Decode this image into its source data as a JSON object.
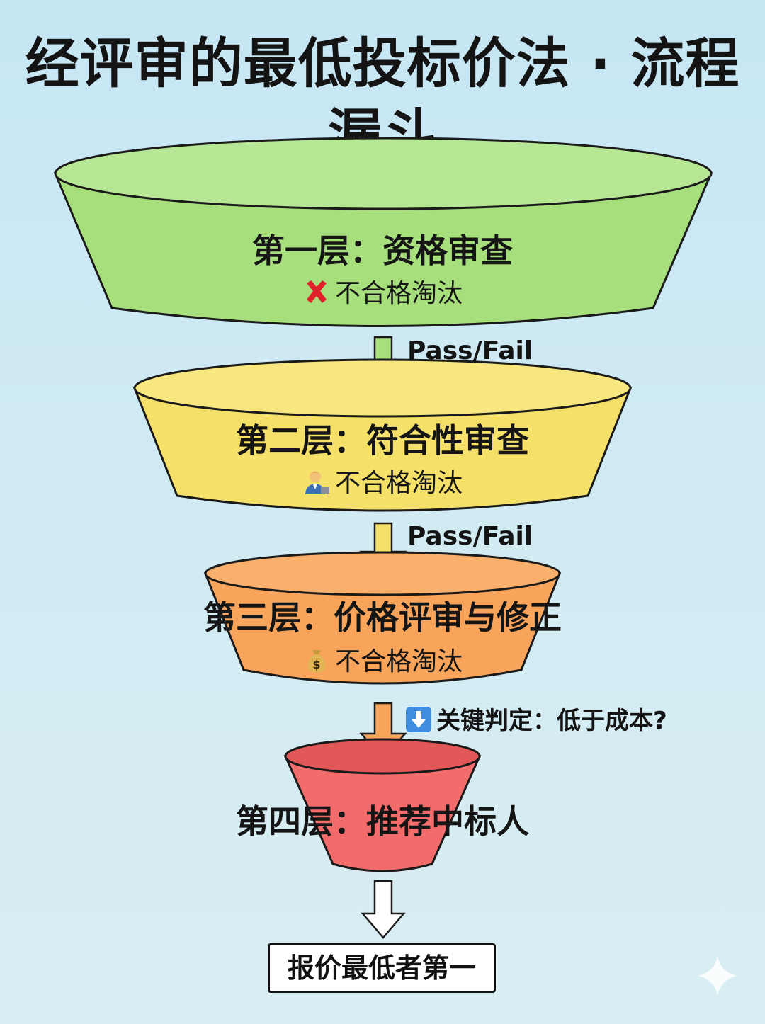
{
  "title": "经评审的最低投标价法 · 流程漏斗",
  "layers": [
    {
      "label": "第一层：资格审查",
      "sub_text": "不合格淘汰",
      "sub_icon": "cross-mark-icon",
      "color": "#a8e07e"
    },
    {
      "label": "第二层：符合性审查",
      "sub_text": "不合格淘汰",
      "sub_icon": "person-icon",
      "color": "#f7e46a"
    },
    {
      "label": "第三层：价格评审与修正",
      "sub_text": "不合格淘汰",
      "sub_icon": "money-bag-icon",
      "color": "#f9a65a"
    },
    {
      "label": "第四层：推荐中标人",
      "sub_text": "",
      "sub_icon": "",
      "color": "#f26e6e"
    }
  ],
  "connectors": {
    "pass_fail_1": "Pass/Fail",
    "pass_fail_2": "Pass/Fail",
    "key_decision": "关键判定：低于成本?"
  },
  "result": "报价最低者第一"
}
